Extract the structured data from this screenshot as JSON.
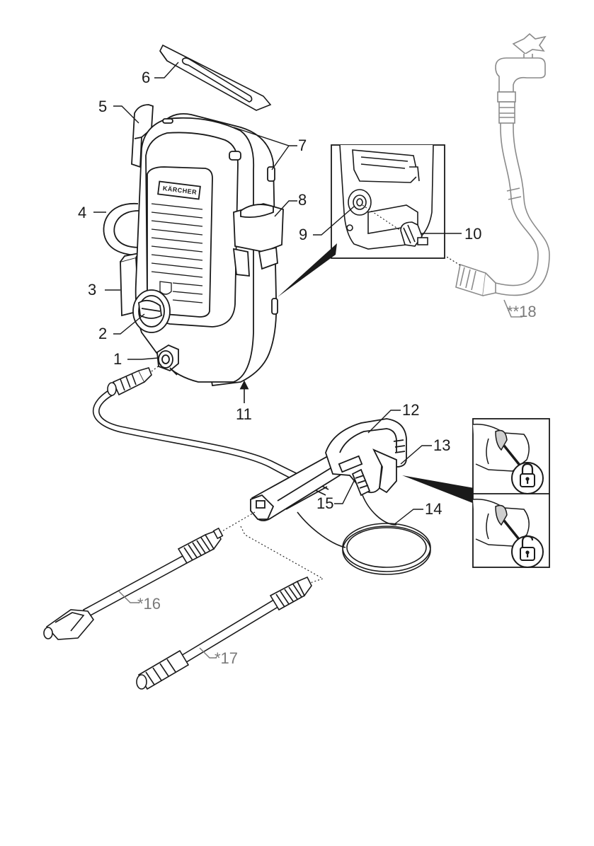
{
  "diagram": {
    "brand_plate": "KÄRCHER",
    "callouts": [
      {
        "id": "c1",
        "text": "1"
      },
      {
        "id": "c2",
        "text": "2"
      },
      {
        "id": "c3",
        "text": "3"
      },
      {
        "id": "c4",
        "text": "4"
      },
      {
        "id": "c5",
        "text": "5"
      },
      {
        "id": "c6",
        "text": "6"
      },
      {
        "id": "c7",
        "text": "7"
      },
      {
        "id": "c8",
        "text": "8"
      },
      {
        "id": "c9",
        "text": "9"
      },
      {
        "id": "c10",
        "text": "10"
      },
      {
        "id": "c11",
        "text": "11"
      },
      {
        "id": "c12",
        "text": "12"
      },
      {
        "id": "c13",
        "text": "13"
      },
      {
        "id": "c14",
        "text": "14"
      },
      {
        "id": "c15",
        "text": "15"
      },
      {
        "id": "c16",
        "text": "*16"
      },
      {
        "id": "c17",
        "text": "*17"
      },
      {
        "id": "c18",
        "text": "**18"
      }
    ],
    "colors": {
      "line": "#1a1a1a",
      "optional_line": "#8a8a8a",
      "fill_light": "#f2f2f2",
      "fill_mid": "#d9d9d9",
      "fill_dark": "#bfbfbf"
    },
    "icons": [
      "lock-closed-icon",
      "lock-open-icon"
    ]
  }
}
